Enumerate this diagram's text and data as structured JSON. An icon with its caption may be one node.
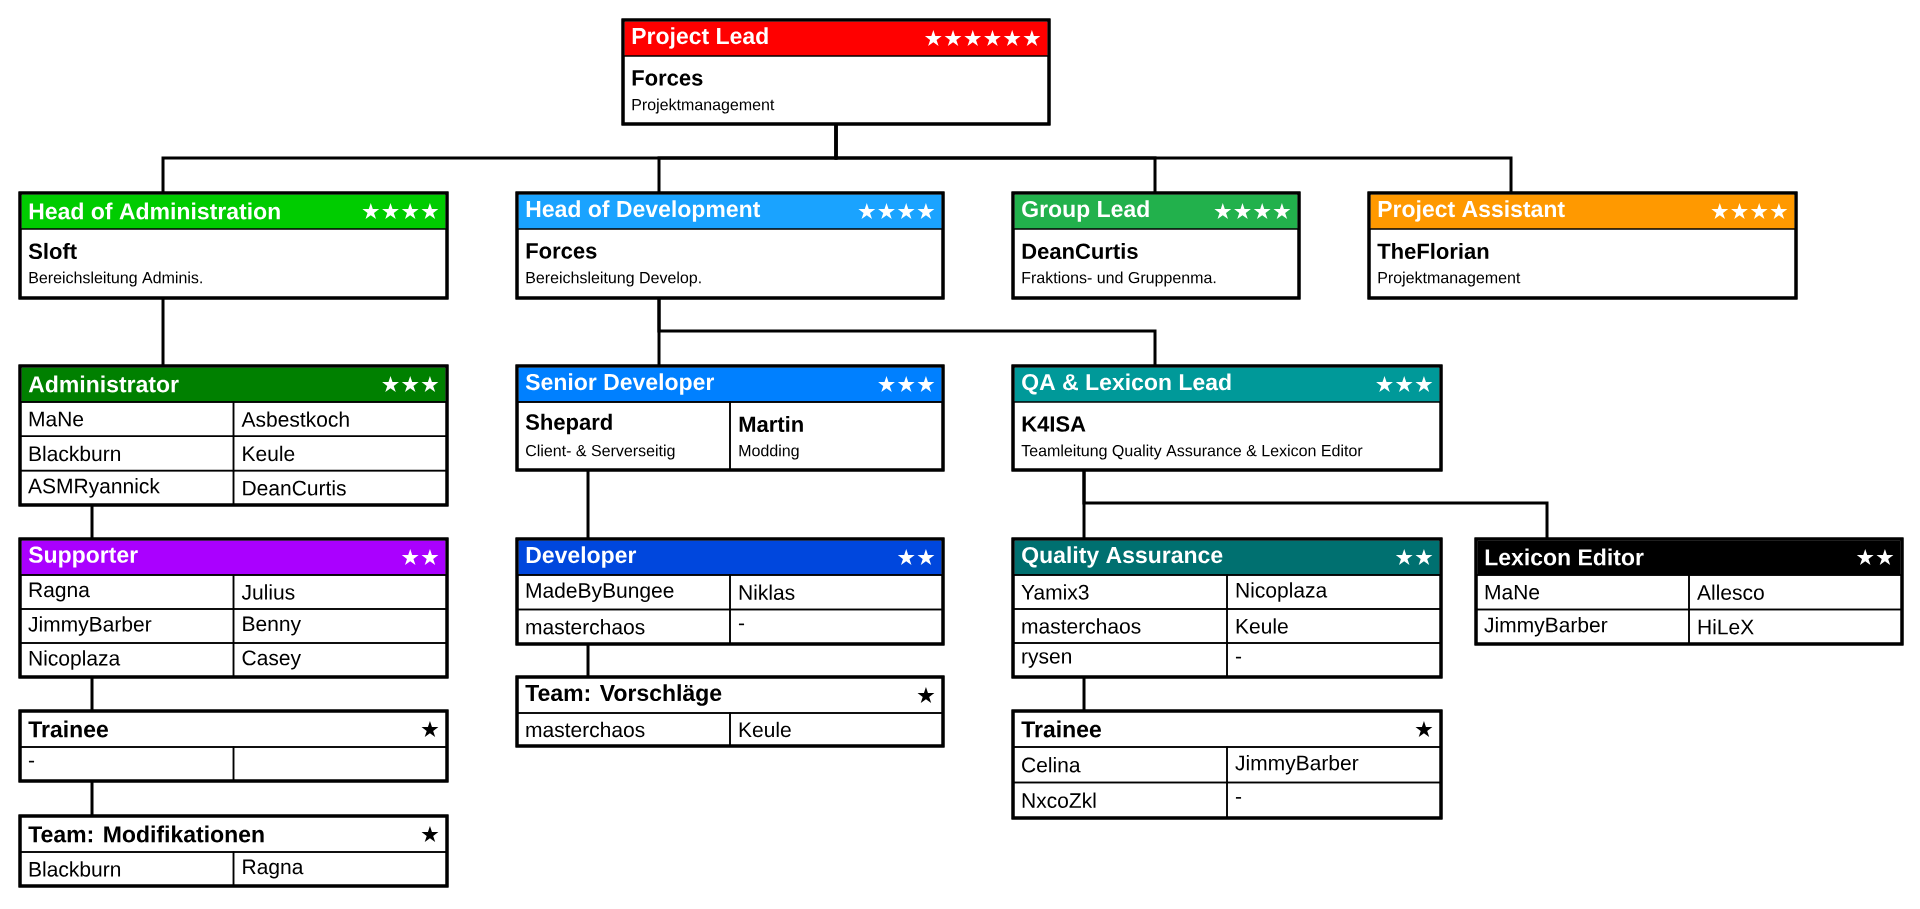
{
  "diagram": {
    "nodes": [
      {
        "text": [
          "Project Lead",
          "★★★★★★",
          "Forces",
          "Projektmanagement"
        ]
      },
      {
        "text": [
          "Head of Administration",
          "★★★★",
          "Sloft",
          "Bereichsleitung Adminis."
        ]
      },
      {
        "text": [
          "Head of Development",
          "★★★★",
          "Forces",
          "Bereichsleitung Develop."
        ]
      },
      {
        "text": [
          "Group Lead",
          "★★★★",
          "DeanCurtis",
          "Fraktions- und Gruppenma."
        ]
      },
      {
        "text": [
          "Project Assistant",
          "★★★★",
          "TheFlorian",
          "Projektmanagement"
        ]
      },
      {
        "text": [
          "Administrator",
          "★★★",
          "MaNe",
          "Asbestkoch",
          "Blackburn",
          "Keule",
          "ASMRyannick",
          "DeanCurtis"
        ]
      },
      {
        "text": [
          "Senior Developer",
          "★★★",
          "Shepard",
          "Client- & Serverseitig",
          "Martin",
          "Modding"
        ]
      },
      {
        "text": [
          "QA & Lexicon Lead",
          "★★★",
          "K4ISA",
          "Teamleitung Quality Assurance & Lexicon Editor"
        ]
      },
      {
        "text": [
          "Supporter",
          "★★",
          "Ragna",
          "Julius",
          "JimmyBarber",
          "Benny",
          "Nicoplaza",
          "Casey"
        ]
      },
      {
        "text": [
          "Developer",
          "★★",
          "MadeByBungee",
          "Niklas",
          "masterchaos",
          "-"
        ]
      },
      {
        "text": [
          "Quality Assurance",
          "★★",
          "Yamix3",
          "Nicoplaza",
          "masterchaos",
          "Keule",
          "rysen",
          "-"
        ]
      },
      {
        "text": [
          "Lexicon Editor",
          "★★",
          "MaNe",
          "Allesco",
          "JimmyBarber",
          "HiLeX"
        ]
      },
      {
        "text": [
          "Team: Vorschläge",
          "★",
          "masterchaos",
          "Keule"
        ]
      },
      {
        "text": [
          "Trainee",
          "★",
          "-"
        ]
      },
      {
        "text": [
          "Trainee",
          "★",
          "Celina",
          "JimmyBarber",
          "NxcoZkl",
          "-"
        ]
      },
      {
        "text": [
          "Team: Modifikationen",
          "★",
          "Blackburn",
          "Ragna"
        ]
      }
    ],
    "edges": [
      {
        "from": 0,
        "to": 1,
        "arrow": "none"
      },
      {
        "from": 0,
        "to": 2,
        "arrow": "none"
      },
      {
        "from": 0,
        "to": 3,
        "arrow": "none"
      },
      {
        "from": 0,
        "to": 4,
        "arrow": "none"
      },
      {
        "from": 1,
        "to": 5,
        "arrow": "none"
      },
      {
        "from": 5,
        "to": 8,
        "arrow": "none"
      },
      {
        "from": 8,
        "to": 13,
        "arrow": "none"
      },
      {
        "from": 13,
        "to": 15,
        "arrow": "none"
      },
      {
        "from": 2,
        "to": 6,
        "arrow": "none"
      },
      {
        "from": 2,
        "to": 7,
        "arrow": "none"
      },
      {
        "from": 6,
        "to": 9,
        "arrow": "none"
      },
      {
        "from": 9,
        "to": 12,
        "arrow": "none"
      },
      {
        "from": 7,
        "to": 10,
        "arrow": "none"
      },
      {
        "from": 7,
        "to": 11,
        "arrow": "none"
      },
      {
        "from": 10,
        "to": 14,
        "arrow": "none"
      }
    ]
  }
}
